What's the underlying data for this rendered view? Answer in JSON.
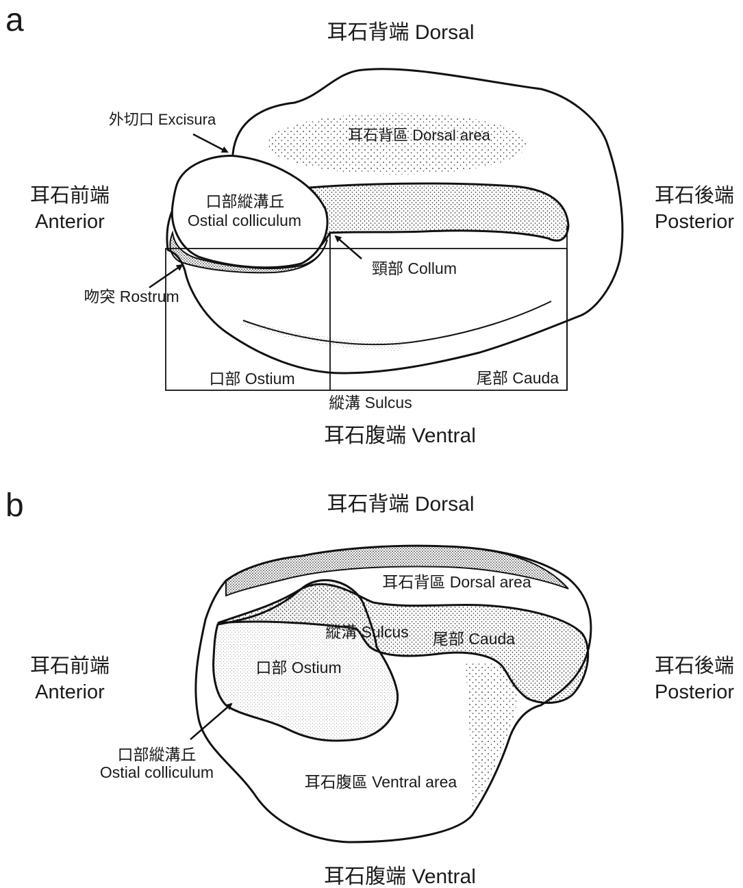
{
  "panels": {
    "a": {
      "panel_letter": "a",
      "dorsal": "耳石背端 Dorsal",
      "ventral": "耳石腹端 Ventral",
      "anterior_zh": "耳石前端",
      "anterior_en": "Anterior",
      "posterior_zh": "耳石後端",
      "posterior_en": "Posterior",
      "excisura": "外切口 Excisura",
      "dorsal_area": "耳石背區 Dorsal area",
      "ostial_colliculum_zh": "口部縱溝丘",
      "ostial_colliculum_en": "Ostial colliculum",
      "collum": "頸部 Collum",
      "rostrum": "吻突 Rostrum",
      "ostium": "口部 Ostium",
      "cauda": "尾部 Cauda",
      "sulcus": "縱溝 Sulcus"
    },
    "b": {
      "panel_letter": "b",
      "dorsal": "耳石背端 Dorsal",
      "ventral": "耳石腹端 Ventral",
      "anterior_zh": "耳石前端",
      "anterior_en": "Anterior",
      "posterior_zh": "耳石後端",
      "posterior_en": "Posterior",
      "dorsal_area": "耳石背區 Dorsal area",
      "sulcus": "縱溝 Sulcus",
      "cauda": "尾部 Cauda",
      "ostium": "口部 Ostium",
      "ostial_colliculum_zh": "口部縱溝丘",
      "ostial_colliculum_en": "Ostial colliculum",
      "ventral_area": "耳石腹區 Ventral area"
    }
  },
  "colors": {
    "ink": "#111111",
    "stipple": "#222222",
    "background": "#ffffff"
  }
}
